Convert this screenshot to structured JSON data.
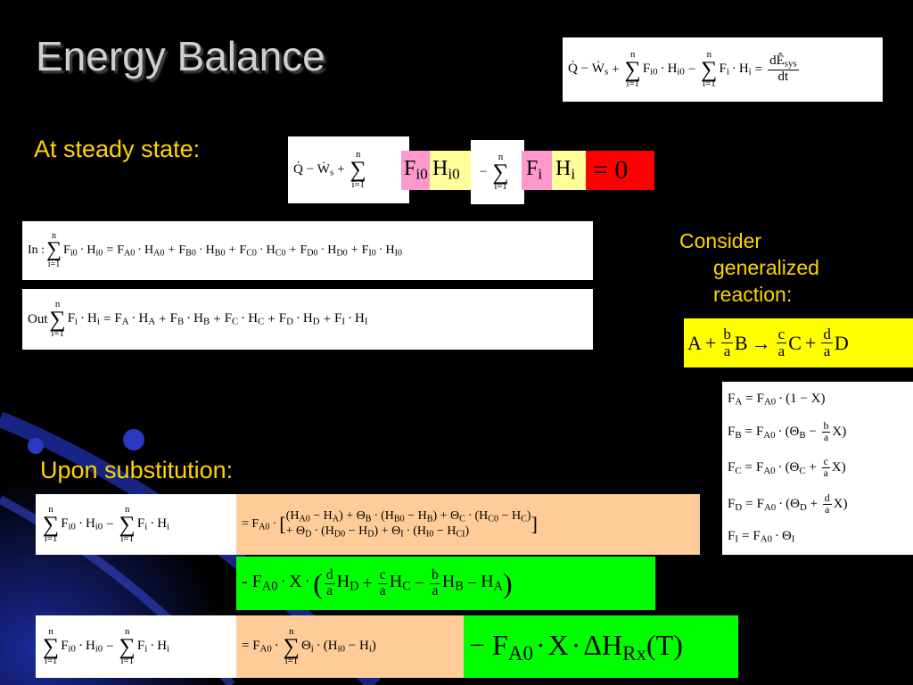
{
  "slide": {
    "title": "Energy Balance",
    "steady_state_label": "At steady state:",
    "substitution_label": "Upon substitution:",
    "consider_line1": "Consider",
    "consider_line2": "generalized",
    "consider_line3": "reaction:"
  },
  "colors": {
    "background": "#000000",
    "title": "#cfcfcf",
    "heading": "#ffd400",
    "white_box": "#ffffff",
    "green_box": "#00ff00",
    "yellow_box": "#ffff00",
    "orange_box": "#ffcc99",
    "red_box": "#ff0000",
    "pink_box": "#ff99cc",
    "light_yellow_box": "#ffff99"
  }
}
